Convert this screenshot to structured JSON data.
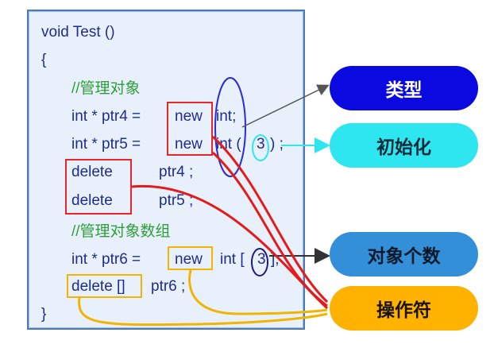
{
  "code": {
    "line1": "void Test ()",
    "line2": "{",
    "comment1": "//管理对象",
    "line4_prefix": "int * ptr4 =",
    "line4_new": "new",
    "line4_suffix": "int;",
    "line5_prefix": "int * ptr5 =",
    "line5_new": "new",
    "line5_type": "int (",
    "line5_init": "3",
    "line5_end": ") ;",
    "delete1_kw": "delete",
    "delete1_var": "ptr4 ;",
    "delete2_kw": "delete",
    "delete2_var": "ptr5 ;",
    "comment2": "//管理对象数组",
    "line10_prefix": "int * ptr6 =",
    "line10_new": "new",
    "line10_type": "int [",
    "line10_count": "3",
    "line10_end": "];",
    "delete3_kw": "delete []",
    "delete3_var": "ptr6 ;",
    "line12": "}"
  },
  "labels": {
    "type": "类型",
    "init": "初始化",
    "count": "对象个数",
    "operator": "操作符"
  },
  "colors": {
    "label_type_bg": "#0a0ae0",
    "label_init_bg": "#2ee6f0",
    "label_count_bg": "#3390d8",
    "label_operator_bg": "#ffb300",
    "red_link": "#e31b1b",
    "yellow_link": "#f2b400"
  }
}
